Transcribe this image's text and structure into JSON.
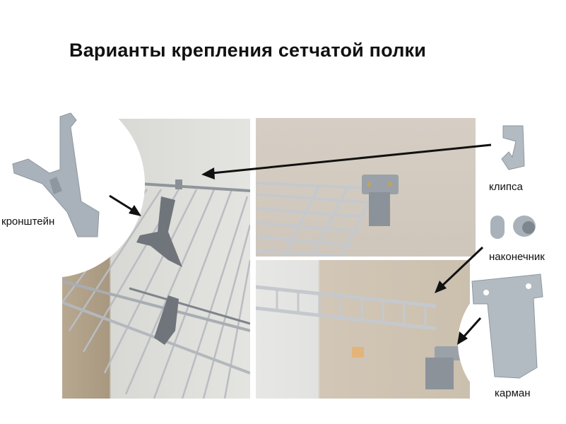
{
  "title": "Варианты крепления сетчатой полки",
  "labels": {
    "bracket": "кронштейн",
    "clip": "клипса",
    "end_cap": "наконечник",
    "pocket": "карман"
  },
  "photos": [
    {
      "name": "wall-bracket-mounted-shelf"
    },
    {
      "name": "pocket-mounted-shelf-top"
    },
    {
      "name": "pocket-mounted-shelf-side"
    }
  ],
  "colors": {
    "plastic_part": "#a9b2ba",
    "wire": "#c4c8cc",
    "arrow": "#111111",
    "background": "#ffffff"
  }
}
